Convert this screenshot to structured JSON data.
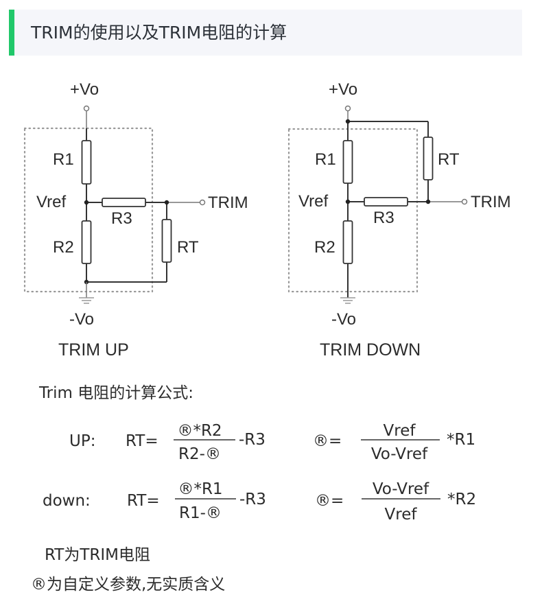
{
  "header": {
    "title": "TRIM的使用以及TRIM电阻的计算",
    "accent_color": "#21c86a",
    "background_color": "#f5f6fa"
  },
  "diagrams": {
    "trim_up": {
      "caption": "TRIM UP",
      "labels": {
        "plus_vo": "+Vo",
        "minus_vo": "-Vo",
        "r1": "R1",
        "r2": "R2",
        "r3": "R3",
        "rt": "RT",
        "vref": "Vref",
        "trim": "TRIM"
      }
    },
    "trim_down": {
      "caption": "TRIM DOWN",
      "labels": {
        "plus_vo": "+Vo",
        "minus_vo": "-Vo",
        "r1": "R1",
        "r2": "R2",
        "r3": "R3",
        "rt": "RT",
        "vref": "Vref",
        "trim": "TRIM"
      }
    }
  },
  "formulas": {
    "heading": "Trim 电阻的计算公式:",
    "up": {
      "label": "UP:",
      "rt_prefix": "RT=",
      "numerator": "®*R2",
      "denominator": "R2-®",
      "suffix": "-R3",
      "param_prefix": "®=",
      "param_numerator": "Vref",
      "param_denominator": "Vo-Vref",
      "param_suffix": "*R1"
    },
    "down": {
      "label": "down:",
      "rt_prefix": "RT=",
      "numerator": "®*R1",
      "denominator": "R1-®",
      "suffix": "-R3",
      "param_prefix": "®=",
      "param_numerator": "Vo-Vref",
      "param_denominator": "Vref",
      "param_suffix": "*R2"
    }
  },
  "notes": [
    "RT为TRIM电阻",
    "®为自定义参数,无实质含义"
  ]
}
